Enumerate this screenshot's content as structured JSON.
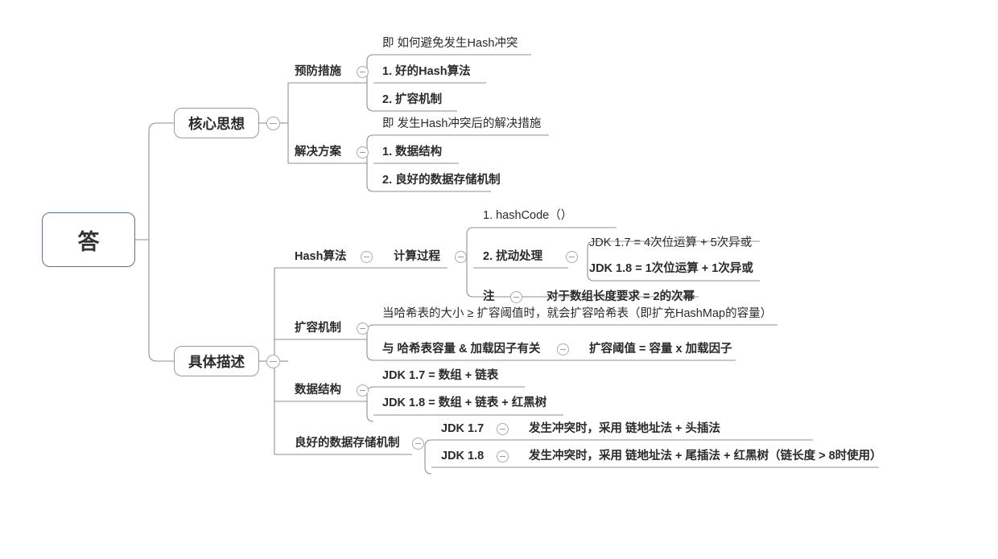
{
  "meta": {
    "root_border_color": "#5b6e94",
    "branch_color": "#8f9094",
    "text_color": "#2b2b2b",
    "background": "#ffffff"
  },
  "root": {
    "label": "答"
  },
  "branches": [
    {
      "id": "core",
      "label": "核心思想",
      "children": [
        {
          "id": "prevention",
          "label": "预防措施",
          "children": [
            {
              "id": "prevention-note",
              "label": "即 如何避免发生Hash冲突"
            },
            {
              "id": "prevention-1",
              "label": "1. 好的Hash算法"
            },
            {
              "id": "prevention-2",
              "label": "2. 扩容机制"
            }
          ]
        },
        {
          "id": "solution",
          "label": "解决方案",
          "children": [
            {
              "id": "solution-note",
              "label": "即 发生Hash冲突后的解决措施"
            },
            {
              "id": "solution-1",
              "label": "1. 数据结构"
            },
            {
              "id": "solution-2",
              "label": "2. 良好的数据存储机制"
            }
          ]
        }
      ]
    },
    {
      "id": "detail",
      "label": "具体描述",
      "children": [
        {
          "id": "hash-algo",
          "label": "Hash算法",
          "children": [
            {
              "id": "calc-process",
              "label": "计算过程",
              "children": [
                {
                  "id": "calc-1",
                  "label": "1. hashCode（）"
                },
                {
                  "id": "calc-2",
                  "label": "2. 扰动处理",
                  "children": [
                    {
                      "id": "calc-2-jdk17",
                      "label": "JDK 1.7 = 4次位运算 + 5次异或"
                    },
                    {
                      "id": "calc-2-jdk18",
                      "label": "JDK 1.8 = 1次位运算 + 1次异或"
                    }
                  ]
                },
                {
                  "id": "calc-note",
                  "label": "注",
                  "children": [
                    {
                      "id": "calc-note-text",
                      "label": "对于数组长度要求 = 2的次幂"
                    }
                  ]
                }
              ]
            }
          ]
        },
        {
          "id": "resize",
          "label": "扩容机制",
          "children": [
            {
              "id": "resize-1",
              "label": "当哈希表的大小 ≥ 扩容阈值时，就会扩容哈希表（即扩充HashMap的容量）"
            },
            {
              "id": "resize-2",
              "label": "与 哈希表容量 & 加载因子有关",
              "children": [
                {
                  "id": "resize-2-text",
                  "label": "扩容阈值 = 容量 x 加载因子"
                }
              ]
            }
          ]
        },
        {
          "id": "datastruct",
          "label": "数据结构",
          "children": [
            {
              "id": "ds-jdk17",
              "label": "JDK 1.7 = 数组 + 链表"
            },
            {
              "id": "ds-jdk18",
              "label": "JDK 1.8 =  数组 + 链表 + 红黑树"
            }
          ]
        },
        {
          "id": "storage",
          "label": "良好的数据存储机制",
          "children": [
            {
              "id": "storage-jdk17",
              "label": "JDK 1.7",
              "children": [
                {
                  "id": "storage-jdk17-text",
                  "label": "发生冲突时，采用 链地址法 + 头插法"
                }
              ]
            },
            {
              "id": "storage-jdk18",
              "label": "JDK 1.8",
              "children": [
                {
                  "id": "storage-jdk18-text",
                  "label": "发生冲突时，采用 链地址法 + 尾插法 + 红黑树（链长度 > 8时使用）"
                }
              ]
            }
          ]
        }
      ]
    }
  ]
}
